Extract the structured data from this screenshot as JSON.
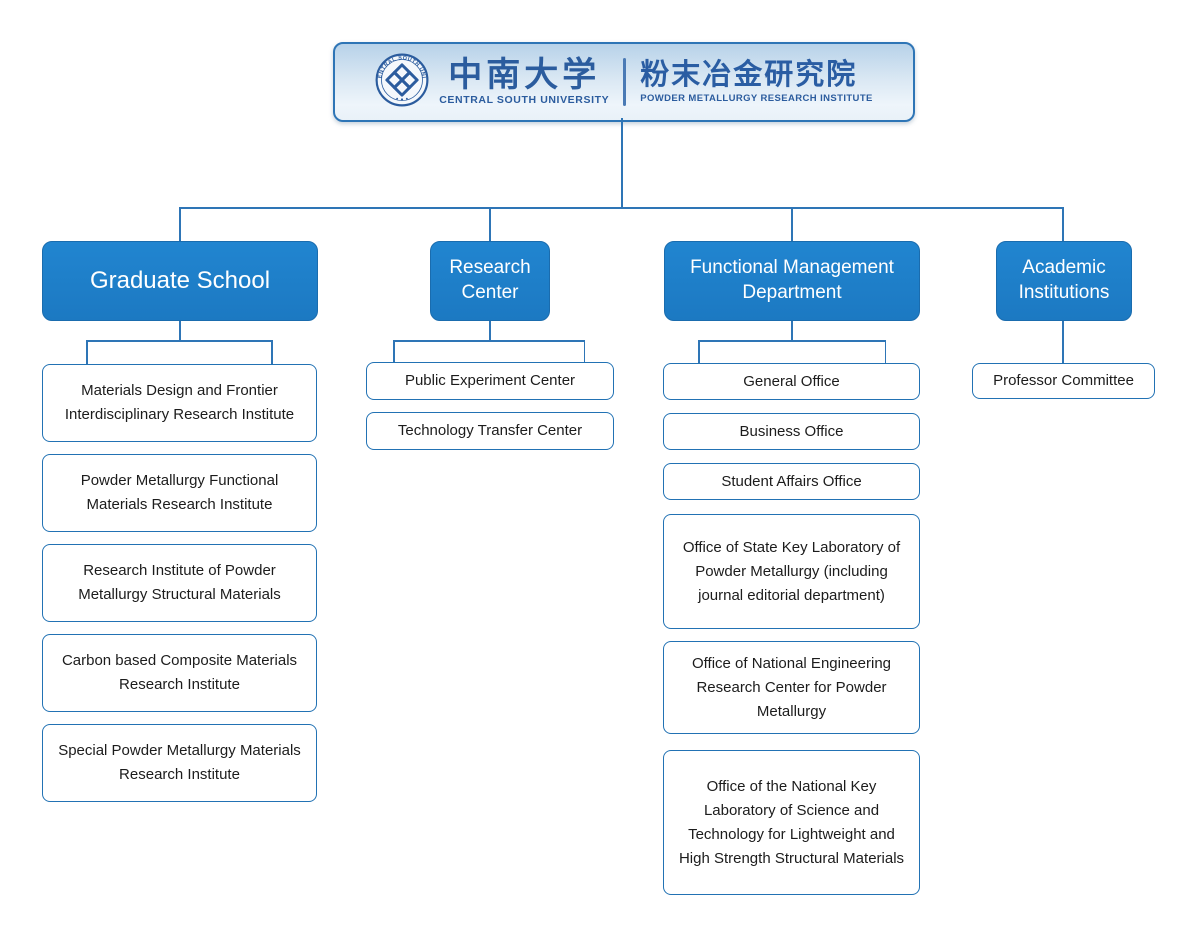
{
  "header": {
    "university_cn": "中南大学",
    "university_en": "CENTRAL SOUTH UNIVERSITY",
    "institute_cn": "粉末冶金研究院",
    "institute_en": "POWDER METALLURGY RESEARCH INSTITUTE"
  },
  "colors": {
    "branch_box_blue": "#1e7ec8",
    "connector_blue": "#2e75b6",
    "child_border_blue": "#2272b4",
    "header_text_blue": "#2b5c9e"
  },
  "branches": [
    {
      "label": "Graduate School",
      "children": [
        "Materials Design and Frontier Interdisciplinary Research Institute",
        "Powder Metallurgy Functional Materials Research Institute",
        "Research Institute of Powder Metallurgy Structural Materials",
        "Carbon based Composite Materials Research Institute",
        "Special Powder Metallurgy Materials Research Institute"
      ]
    },
    {
      "label": "Research Center",
      "children": [
        "Public Experiment Center",
        "Technology Transfer Center"
      ]
    },
    {
      "label": "Functional Management Department",
      "children": [
        "General Office",
        "Business Office",
        "Student Affairs Office",
        "Office of State Key Laboratory of Powder Metallurgy (including journal editorial department)",
        "Office of National Engineering Research Center for Powder Metallurgy",
        "Office of the National Key Laboratory of Science and Technology for Lightweight and High Strength Structural Materials"
      ]
    },
    {
      "label": "Academic Institutions",
      "children": [
        "Professor Committee"
      ]
    }
  ]
}
